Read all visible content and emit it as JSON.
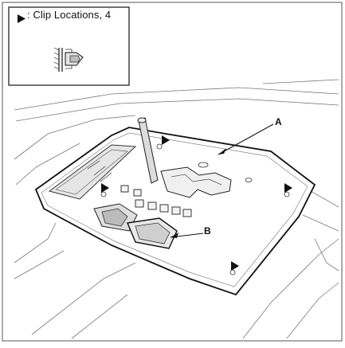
{
  "legend": {
    "marker_symbol": "►",
    "text": ": Clip Locations, 4"
  },
  "callouts": {
    "a": "A",
    "b": "B"
  },
  "colors": {
    "line": "#111111",
    "background": "#ffffff",
    "shade": "#d8d8d8"
  }
}
